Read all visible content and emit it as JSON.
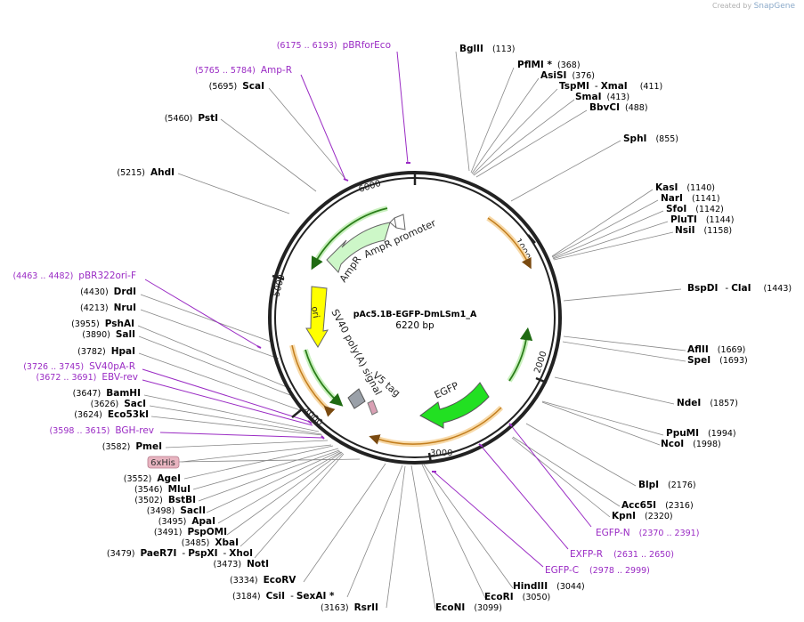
{
  "credit": {
    "prefix": "Created by",
    "brand": "SnapGene"
  },
  "plasmid": {
    "name": "pAc5.1B-EGFP-DmLSm1_A",
    "size": "6220 bp"
  },
  "ticks": [
    "1000",
    "2000",
    "3000",
    "4000",
    "5000",
    "6000"
  ],
  "features": [
    {
      "label": "AmpR promoter"
    },
    {
      "label": "AmpR"
    },
    {
      "label": "ori"
    },
    {
      "label": "SV40 poly(A) signal"
    },
    {
      "label": "V5 tag"
    },
    {
      "label": "EGFP"
    }
  ],
  "right_sites": [
    {
      "name": "BglII",
      "pos": "(113)"
    },
    {
      "name": "PflMI *",
      "pos": "(368)"
    },
    {
      "name": "AsiSI",
      "pos": "(376)"
    },
    {
      "name": "TspMI",
      "sep": "-",
      "name2": "XmaI",
      "pos": "(411)"
    },
    {
      "name": "SmaI",
      "pos": "(413)"
    },
    {
      "name": "BbvCI",
      "pos": "(488)"
    },
    {
      "name": "SphI",
      "pos": "(855)"
    },
    {
      "name": "KasI",
      "pos": "(1140)"
    },
    {
      "name": "NarI",
      "pos": "(1141)"
    },
    {
      "name": "SfoI",
      "pos": "(1142)"
    },
    {
      "name": "PluTI",
      "pos": "(1144)"
    },
    {
      "name": "NsiI",
      "pos": "(1158)"
    },
    {
      "name": "BspDI",
      "sep": "-",
      "name2": "ClaI",
      "pos": "(1443)"
    },
    {
      "name": "AflII",
      "pos": "(1669)"
    },
    {
      "name": "SpeI",
      "pos": "(1693)"
    },
    {
      "name": "NdeI",
      "pos": "(1857)"
    },
    {
      "name": "PpuMI",
      "pos": "(1994)"
    },
    {
      "name": "NcoI",
      "pos": "(1998)"
    },
    {
      "name": "BlpI",
      "pos": "(2176)"
    },
    {
      "name": "Acc65I",
      "pos": "(2316)"
    },
    {
      "name": "KpnI",
      "pos": "(2320)"
    }
  ],
  "bottom_sites": [
    {
      "name": "HindIII",
      "pos": "(3044)"
    },
    {
      "name": "EcoRI",
      "pos": "(3050)"
    },
    {
      "name": "EcoNI",
      "pos": "(3099)"
    },
    {
      "name": "RsrII",
      "pos": "(3163)"
    },
    {
      "name": "CsiI",
      "sep": "-",
      "name2": "SexAI *",
      "pos": "(3184)"
    },
    {
      "name": "EcoRV",
      "pos": "(3334)"
    }
  ],
  "left_sites": [
    {
      "name": "ScaI",
      "pos": "(5695)"
    },
    {
      "name": "PstI",
      "pos": "(5460)"
    },
    {
      "name": "AhdI",
      "pos": "(5215)"
    },
    {
      "name": "DrdI",
      "pos": "(4430)"
    },
    {
      "name": "NruI",
      "pos": "(4213)"
    },
    {
      "name": "PshAI",
      "pos": "(3955)"
    },
    {
      "name": "SalI",
      "pos": "(3890)"
    },
    {
      "name": "HpaI",
      "pos": "(3782)"
    },
    {
      "name": "BamHI",
      "pos": "(3647)"
    },
    {
      "name": "SacI",
      "pos": "(3626)"
    },
    {
      "name": "Eco53kI",
      "pos": "(3624)"
    },
    {
      "name": "PmeI",
      "pos": "(3582)"
    },
    {
      "name": "AgeI",
      "pos": "(3552)"
    },
    {
      "name": "MluI",
      "pos": "(3546)"
    },
    {
      "name": "BstBI",
      "pos": "(3502)"
    },
    {
      "name": "SacII",
      "pos": "(3498)"
    },
    {
      "name": "ApaI",
      "pos": "(3495)"
    },
    {
      "name": "PspOMI",
      "pos": "(3491)"
    },
    {
      "name": "XbaI",
      "pos": "(3485)"
    },
    {
      "name": "PaeR7I",
      "sep": "-",
      "name2": "PspXI",
      "sep2": "-",
      "name3": "XhoI",
      "pos": "(3479)"
    },
    {
      "name": "NotI",
      "pos": "(3473)"
    }
  ],
  "primers": [
    {
      "name": "pBRforEco",
      "range": "(6175 .. 6193)"
    },
    {
      "name": "Amp-R",
      "range": "(5765 .. 5784)"
    },
    {
      "name": "pBR322ori-F",
      "range": "(4463 .. 4482)"
    },
    {
      "name": "SV40pA-R",
      "range": "(3726 .. 3745)"
    },
    {
      "name": "EBV-rev",
      "range": "(3672 .. 3691)"
    },
    {
      "name": "BGH-rev",
      "range": "(3598 .. 3615)"
    },
    {
      "name": "EGFP-N",
      "range": "(2370 .. 2391)"
    },
    {
      "name": "EXFP-R",
      "range": "(2631 .. 2650)"
    },
    {
      "name": "EGFP-C",
      "range": "(2978 .. 2999)"
    }
  ],
  "tag_box": {
    "label": "6xHis",
    "color": "#e8b4c0"
  },
  "colors": {
    "primer": "#9a2bc4",
    "orf": "#e69a2e",
    "egfp": "#22e022",
    "ampr": "#cdf7c8",
    "ori": "#ffff00",
    "line": "#888888"
  }
}
